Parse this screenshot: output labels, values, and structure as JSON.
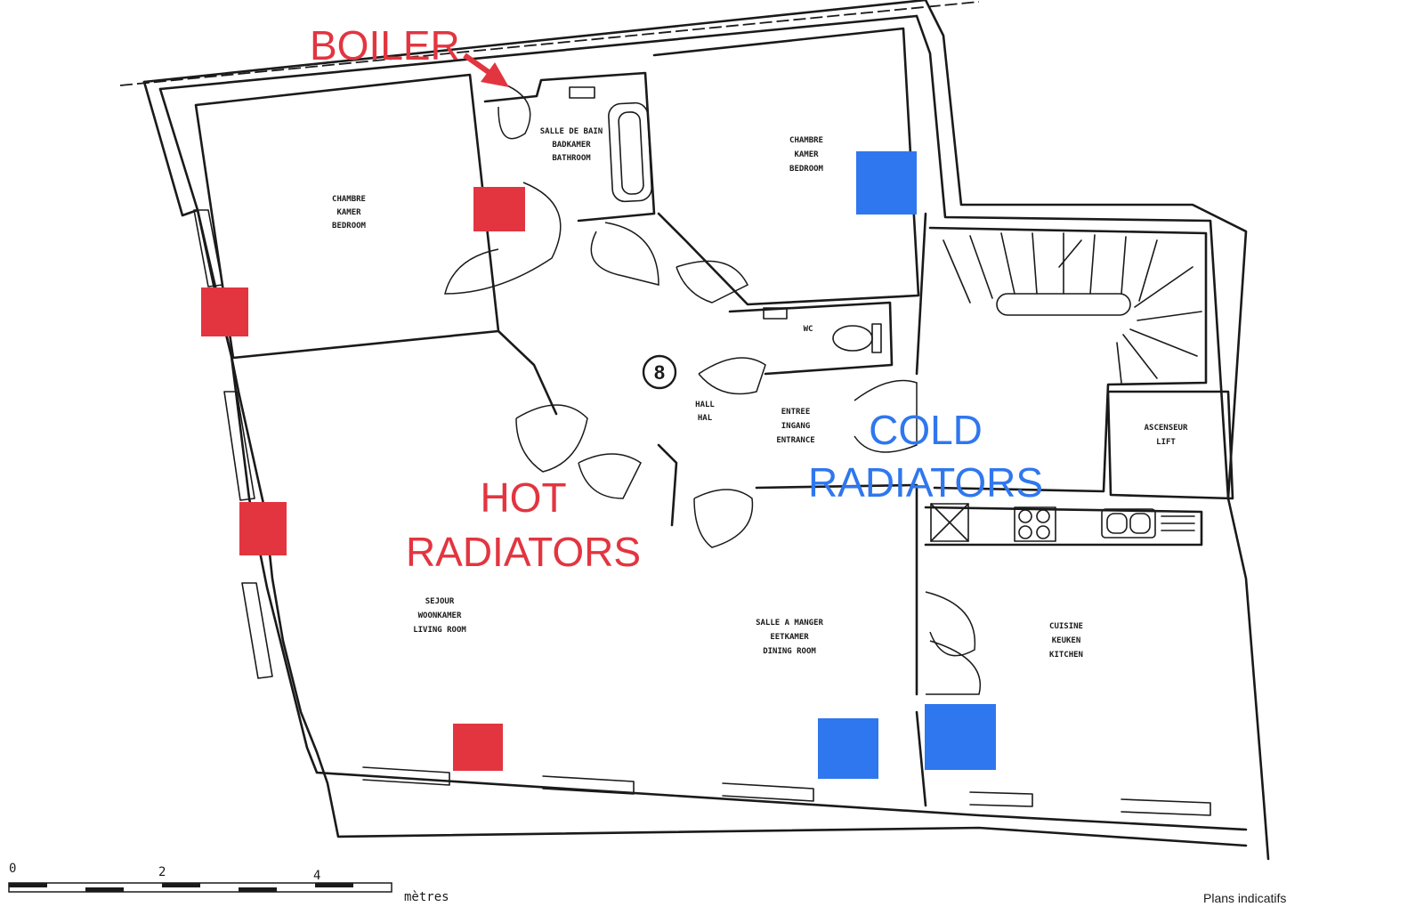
{
  "annotations": {
    "boiler": "BOILER",
    "hot_line1": "HOT",
    "hot_line2": "RADIATORS",
    "cold_line1": "COLD",
    "cold_line2": "RADIATORS",
    "hot_color": "#e23540",
    "cold_color": "#2f77ee"
  },
  "rooms": {
    "bedroom_left": [
      "CHAMBRE",
      "KAMER",
      "BEDROOM"
    ],
    "bathroom": [
      "SALLE DE BAIN",
      "BADKAMER",
      "BATHROOM"
    ],
    "bedroom_right": [
      "CHAMBRE",
      "KAMER",
      "BEDROOM"
    ],
    "wc": "WC",
    "hall": [
      "HALL",
      "HAL"
    ],
    "entrance": [
      "ENTREE",
      "INGANG",
      "ENTRANCE"
    ],
    "lift": [
      "ASCENSEUR",
      "LIFT"
    ],
    "living": [
      "SEJOUR",
      "WOONKAMER",
      "LIVING ROOM"
    ],
    "dining": [
      "SALLE A MANGER",
      "EETKAMER",
      "DINING ROOM"
    ],
    "kitchen": [
      "CUISINE",
      "KEUKEN",
      "KITCHEN"
    ]
  },
  "unit_number": "8",
  "scale": {
    "ticks": [
      "0",
      "2",
      "4"
    ],
    "unit": "mètres"
  },
  "footer_note": "Plans indicatifs"
}
